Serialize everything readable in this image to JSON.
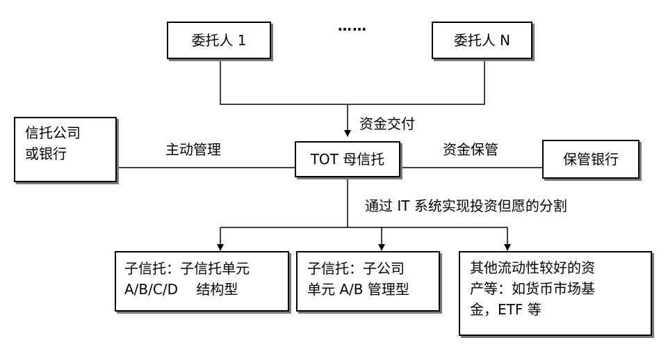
{
  "principals": {
    "first": "委托人 1",
    "ellipsis": "……",
    "last": "委托人 N"
  },
  "trust_company": {
    "line1": "信托公司",
    "line2": "或银行"
  },
  "parent_trust": "TOT 母信托",
  "custodian": "保管银行",
  "edge_labels": {
    "fund_delivery": "资金交付",
    "active_management": "主动管理",
    "fund_custody": "资金保管",
    "it_split": "通过 IT 系统实现投资但愿的分割"
  },
  "children": [
    {
      "line1": "子信托：子信托单元",
      "line2": "A/B/C/D　 结构型"
    },
    {
      "line1": "子信托：子公司",
      "line2": "单元 A/B 管理型"
    },
    {
      "line1": "其他流动性较好的资",
      "line2": "产等：如货币市场基",
      "line3": "金，ETF 等"
    }
  ],
  "colors": {
    "border": "#000000",
    "shadow": "#7a7a7a",
    "background": "#ffffff"
  }
}
